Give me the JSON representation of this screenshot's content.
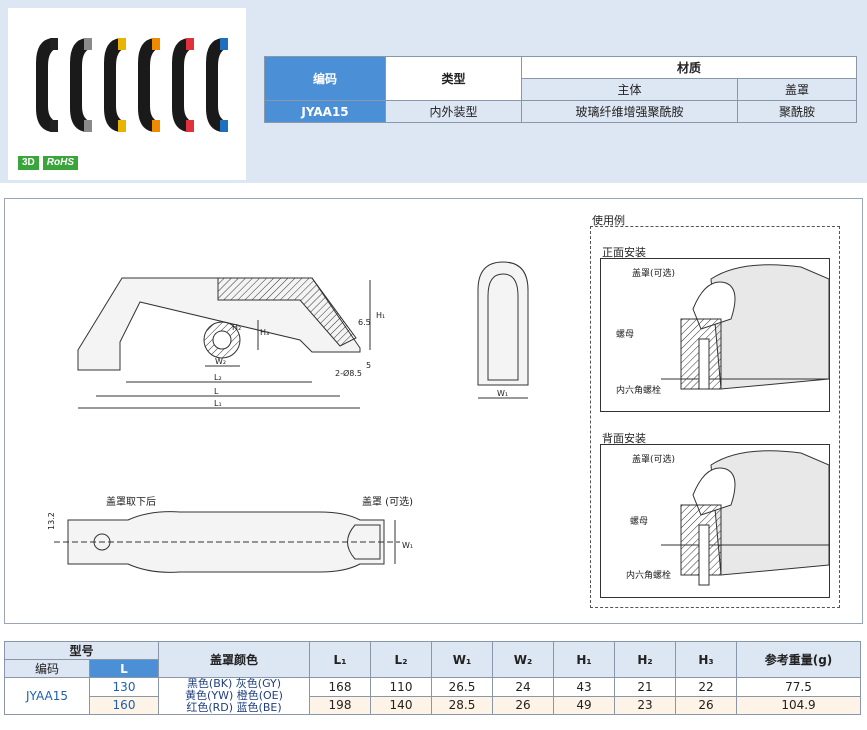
{
  "spec_table": {
    "code_header": "编码",
    "type_header": "类型",
    "material_header": "材质",
    "body_header": "主体",
    "cap_header": "盖罩",
    "code": "JYAA15",
    "type": "内外装型",
    "body_material": "玻璃纤维增强聚酰胺",
    "cap_material": "聚酰胺"
  },
  "badges": {
    "three_d": "3D",
    "rohs": "RoHS"
  },
  "product_colors": [
    "#222222",
    "#8a8a8a",
    "#e8b400",
    "#f08a00",
    "#e0323c",
    "#1e6fc0"
  ],
  "drawing": {
    "usage_title": "使用例",
    "front_install": "正面安装",
    "back_install": "背面安装",
    "cap_optional": "盖罩(可选)",
    "nut": "螺母",
    "hex_bolt": "内六角螺栓",
    "cap_removed": "盖罩取下后",
    "cap_optional_2": "盖罩 (可选)",
    "dims": {
      "l1": "L₁",
      "l2": "L₂",
      "l": "L",
      "w1": "W₁",
      "w2": "W₂",
      "h1": "H₁",
      "h2": "H₂",
      "h3": "H₃",
      "d65": "6.5",
      "d5": "5",
      "hole": "2-Ø8.5",
      "d132": "13.2",
      "w1b": "W₁",
      "w1c": "W₁"
    }
  },
  "data_table": {
    "model_header": "型号",
    "code_header": "编码",
    "l_header": "L",
    "color_header": "盖罩颜色",
    "l1_header": "L₁",
    "l2_header": "L₂",
    "w1_header": "W₁",
    "w2_header": "W₂",
    "h1_header": "H₁",
    "h2_header": "H₂",
    "h3_header": "H₃",
    "weight_header": "参考重量(g)",
    "code": "JYAA15",
    "colors_line1": "黑色(BK) 灰色(GY)",
    "colors_line2": "黄色(YW) 橙色(OE)",
    "colors_line3": "红色(RD) 蓝色(BE)",
    "rows": [
      {
        "l": "130",
        "l1": "168",
        "l2": "110",
        "w1": "26.5",
        "w2": "24",
        "h1": "43",
        "h2": "21",
        "h3": "22",
        "weight": "77.5"
      },
      {
        "l": "160",
        "l1": "198",
        "l2": "140",
        "w1": "28.5",
        "w2": "26",
        "h1": "49",
        "h2": "23",
        "h3": "26",
        "weight": "104.9"
      }
    ]
  }
}
